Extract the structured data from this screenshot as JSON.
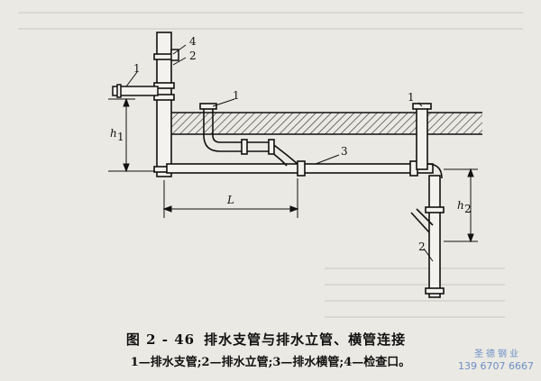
{
  "diagram": {
    "labels": {
      "branch_left": "1",
      "riser_left": "2",
      "cleanout": "4",
      "branch_mid": "1",
      "horizontal": "3",
      "branch_right": "1",
      "riser_right": "2",
      "dim_h1_main": "h",
      "dim_h1_sub": "1",
      "dim_h2_main": "h",
      "dim_h2_sub": "2",
      "dim_L": "L"
    }
  },
  "caption": {
    "figure_number": "图 2 - 46",
    "figure_title": "排水支管与排水立管、横管连接",
    "legend": "1—排水支管;2—排水立管;3—排水横管;4—检查口。"
  },
  "watermark": {
    "line1": "圣德钢业",
    "line2": "139 6707 6667"
  }
}
